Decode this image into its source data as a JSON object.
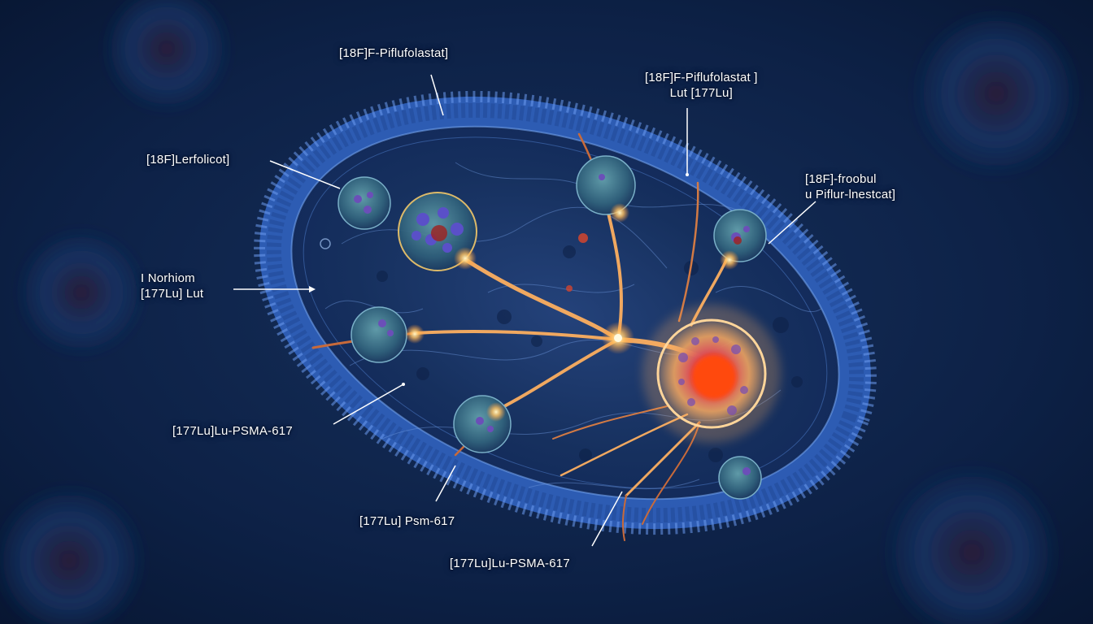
{
  "colors": {
    "background": "#0b1a33",
    "membrane": "#3f6fd0",
    "neuron": "#f0a860",
    "nucleus": "#e04818",
    "leader_line": "#ffffff"
  },
  "labels": {
    "top_center": "[18F]F-Piflufolastat]",
    "top_right_1": "[18F]F-Piflufolastat ]",
    "top_right_2": "Lut [177Lu]",
    "upper_left": "[18F]Lerfolicot]",
    "right_1": "[18F]-froobul",
    "right_2": "u Piflur-lnestcat]",
    "left_1": "I Norhiom",
    "left_2": "[177Lu] Lut",
    "lower_left": "[177Lu]Lu-PSMA-617",
    "bottom_center": "[177Lu] Psm-617",
    "bottom": "[177Lu]Lu-PSMA-617"
  }
}
